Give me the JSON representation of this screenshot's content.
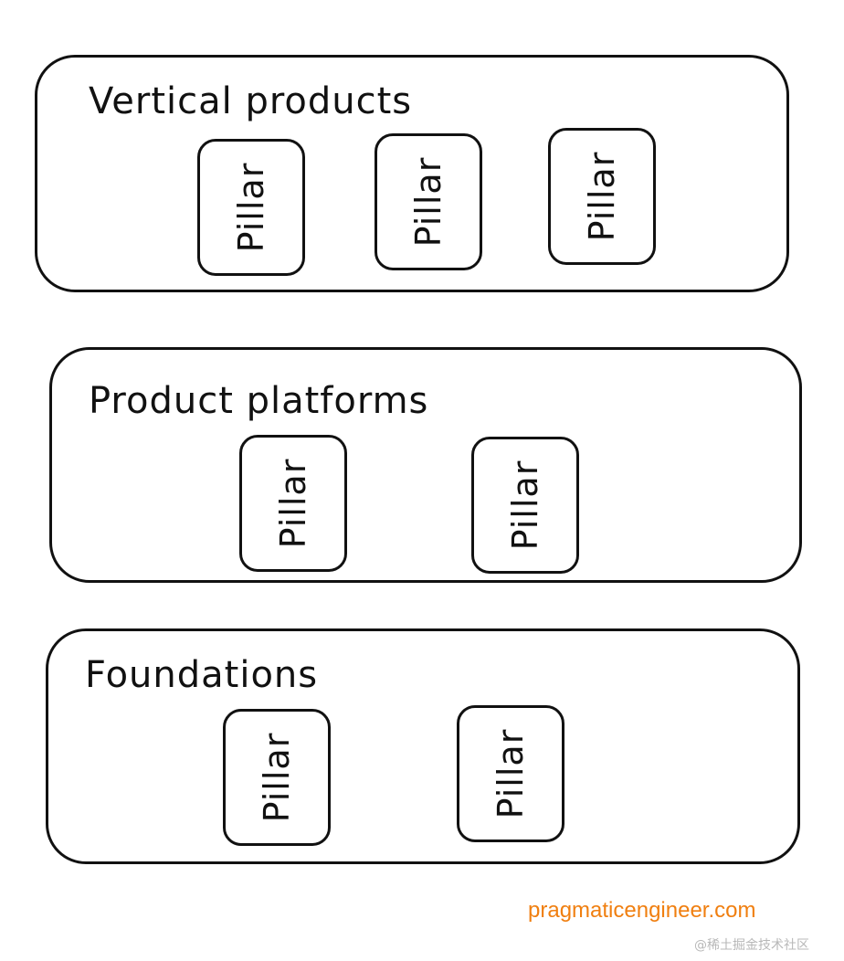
{
  "layers": [
    {
      "title": "Vertical products",
      "pillars": [
        "Pillar",
        "Pillar",
        "Pillar"
      ]
    },
    {
      "title": "Product platforms",
      "pillars": [
        "Pillar",
        "Pillar"
      ]
    },
    {
      "title": "Foundations",
      "pillars": [
        "Pillar",
        "Pillar"
      ]
    }
  ],
  "watermarks": {
    "brand": "pragmaticengineer.com",
    "site": "@稀土掘金技术社区"
  },
  "colors": {
    "stroke": "#111111",
    "brand": "#f07f10",
    "site_watermark": "#b8b8b8",
    "background": "#ffffff"
  }
}
